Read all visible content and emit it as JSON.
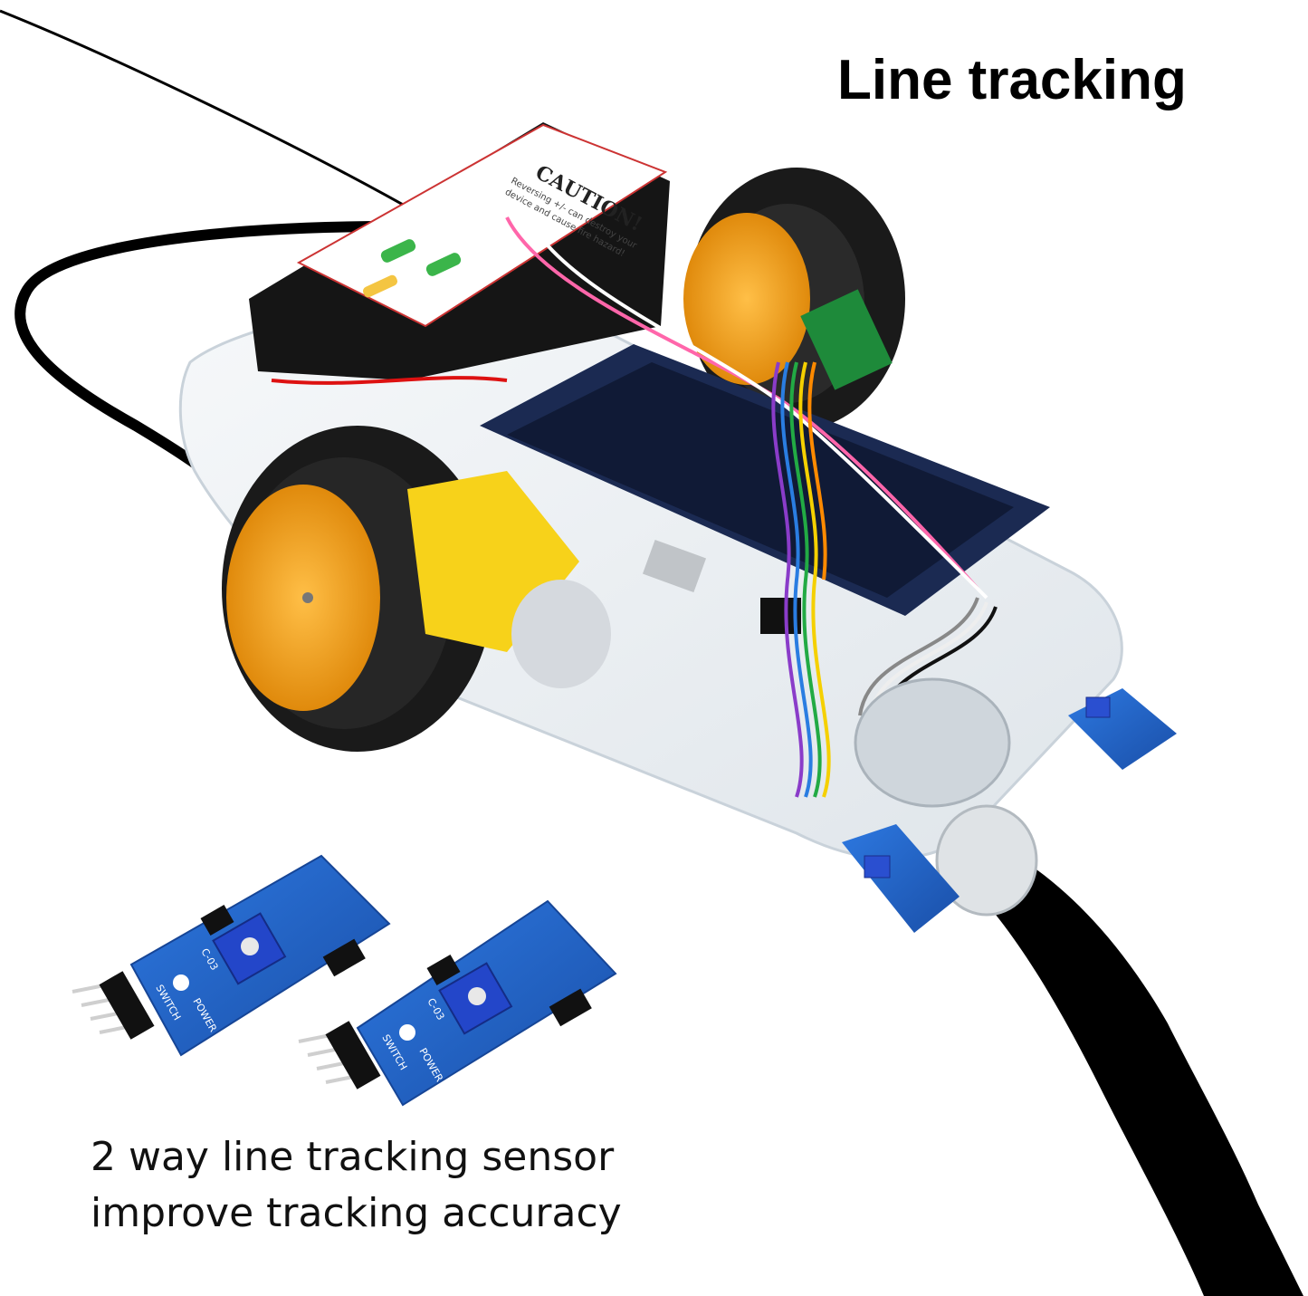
{
  "headline": "Line tracking",
  "caption": {
    "line1": "2 way line tracking sensor",
    "line2": "improve tracking accuracy"
  },
  "caution_label": {
    "title": "CAUTION!",
    "line1": "Reversing +/- can destroy your",
    "line2": "device and cause fire hazard!"
  },
  "sensor_markings": {
    "switch": "SWITCH",
    "power": "POWER",
    "model": "C-03"
  },
  "colors": {
    "track_line": "#000000",
    "tire": "#1a1a1a",
    "wheel_hub": "#f5a623",
    "pcb_blue": "#1e5fc4",
    "controller_board": "#1b2a52",
    "chassis_acrylic": "#e9eef2",
    "motor_yellow": "#f7d21a"
  }
}
